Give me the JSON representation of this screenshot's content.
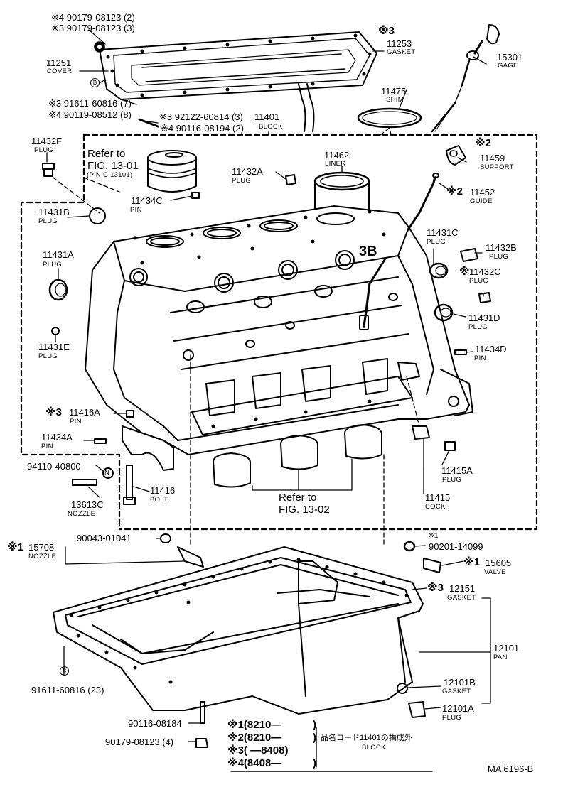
{
  "labels": {
    "cover_note4": "※4 90179-08123 (2)",
    "cover_note3": "※3 90179-08123 (3)",
    "cover_pn": "11251",
    "cover_nm": "COVER",
    "gasket_mark": "※3",
    "gasket_pn": "11253",
    "gasket_nm": "GASKET",
    "gage_pn": "15301",
    "gage_nm": "GAGE",
    "shim_pn": "11475",
    "shim_nm": "SHIM",
    "circle_b": "B",
    "bolt_note3": "※3 91611-60816 (7)",
    "bolt_note4": "※4 90119-08512 (8)",
    "stud_note3": "※3 92122-60814 (3)",
    "stud_note4": "※4 90116-08194 (2)",
    "block_pn": "11401",
    "block_nm": "BLOCK",
    "p11432F": "11432F",
    "plug_nm": "PLUG",
    "refer_text": "Refer to",
    "fig1301": "FIG. 13-01",
    "pnc_text": "(P N C 13101)",
    "p11462": "11462",
    "liner_nm": "LINER",
    "support_mark": "※2",
    "p11459": "11459",
    "support_nm": "SUPPORT",
    "p11432A": "11432A",
    "p11434C": "11434C",
    "pin_nm": "PIN",
    "guide_mark": "※2",
    "p11452": "11452",
    "guide_nm": "GUIDE",
    "p11431B": "11431B",
    "p11431C": "11431C",
    "p11432B": "11432B",
    "p11431A": "11431A",
    "p11432C_mark": "※",
    "p11432C": "11432C",
    "p11431D": "11431D",
    "p11431E": "11431E",
    "p11434D": "11434D",
    "p11416A_mark": "※3",
    "p11416A": "11416A",
    "p11434A": "11434A",
    "p94110": "94110-40800",
    "p13613C": "13613C",
    "nozzle_nm": "NOZZLE",
    "p11416": "11416",
    "bolt_nm": "BOLT",
    "fig1302": "FIG. 13-02",
    "p11415A": "11415A",
    "p11415": "11415",
    "cock_nm": "COCK",
    "p15708_mark": "※1",
    "p15708": "15708",
    "p90043": "90043-01041",
    "p90201_mark": "※1",
    "p90201": "90201-14099",
    "p15605_mark": "※1",
    "p15605": "15605",
    "valve_nm": "VALVE",
    "p12151_mark": "※3",
    "p12151": "12151",
    "p12101": "12101",
    "pan_nm": "PAN",
    "p12101B": "12101B",
    "p12101A": "12101A",
    "p91611": "91611-60816 (23)",
    "p90116": "90116-08184",
    "p90179": "90179-08123 (4)",
    "note1": "※1(8210—",
    "note2": "※2(8210—",
    "note3": "※3(        —8408)",
    "note4": "※4(8408—",
    "note_close": ")",
    "jp_text": "品名コード11401の構成外",
    "jp_block": "BLOCK",
    "cyl_mark": "3B",
    "nut_n": "N",
    "fig_code": "MA  6196-B"
  }
}
